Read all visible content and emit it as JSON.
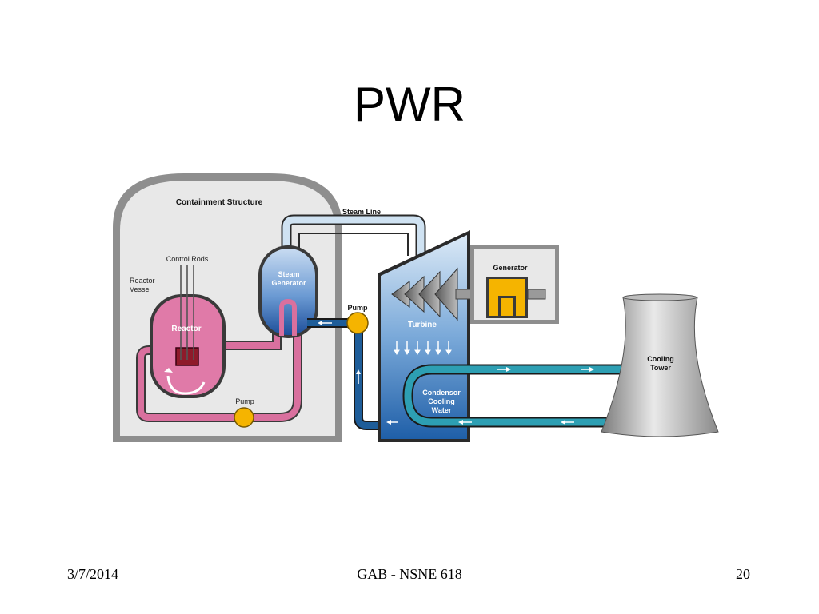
{
  "slide": {
    "title": "PWR",
    "footer_date": "3/7/2014",
    "footer_course": "GAB - NSNE 618",
    "page_number": "20"
  },
  "diagram": {
    "labels": {
      "containment": "Containment Structure",
      "steam_line": "Steam Line",
      "control_rods": "Control Rods",
      "reactor_vessel_1": "Reactor",
      "reactor_vessel_2": "Vessel",
      "reactor": "Reactor",
      "steam_generator_1": "Steam",
      "steam_generator_2": "Generator",
      "pump_secondary": "Pump",
      "pump_primary": "Pump",
      "turbine": "Turbine",
      "generator": "Generator",
      "condenser_1": "Condensor",
      "condenser_2": "Cooling",
      "condenser_3": "Water",
      "cooling_tower_1": "Cooling",
      "cooling_tower_2": "Tower"
    },
    "colors": {
      "containment": "#e6e6e6",
      "containment_border": "#8a8a8a",
      "reactor": "#e07aa8",
      "primary_loop": "#d9709e",
      "secondary_loop": "#1e5d99",
      "steam_line": "#c9dff0",
      "pump": "#f5b400",
      "generator": "#f5b400",
      "turbine": "#4a86c8"
    }
  }
}
